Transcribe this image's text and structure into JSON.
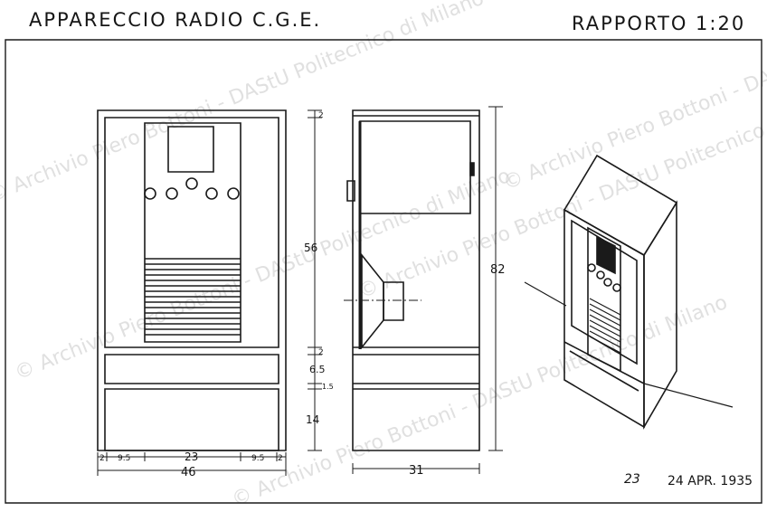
{
  "header": {
    "title": "APPARECCIO RADIO C.G.E.",
    "scale": "RAPPORTO 1:20"
  },
  "watermark": {
    "text": "© Archivio Piero Bottoni - DAStU Politecnico di Milano"
  },
  "front_view": {
    "width_total": "46",
    "segments": [
      "2",
      "9.5",
      "23",
      "9.5",
      "2"
    ]
  },
  "side_view": {
    "depth": "31",
    "height_total": "82",
    "heights": [
      "2",
      "56",
      "2",
      "6.5",
      "1.5",
      "14"
    ]
  },
  "footer": {
    "sheet_number": "23",
    "date": "24 APR. 1935"
  }
}
